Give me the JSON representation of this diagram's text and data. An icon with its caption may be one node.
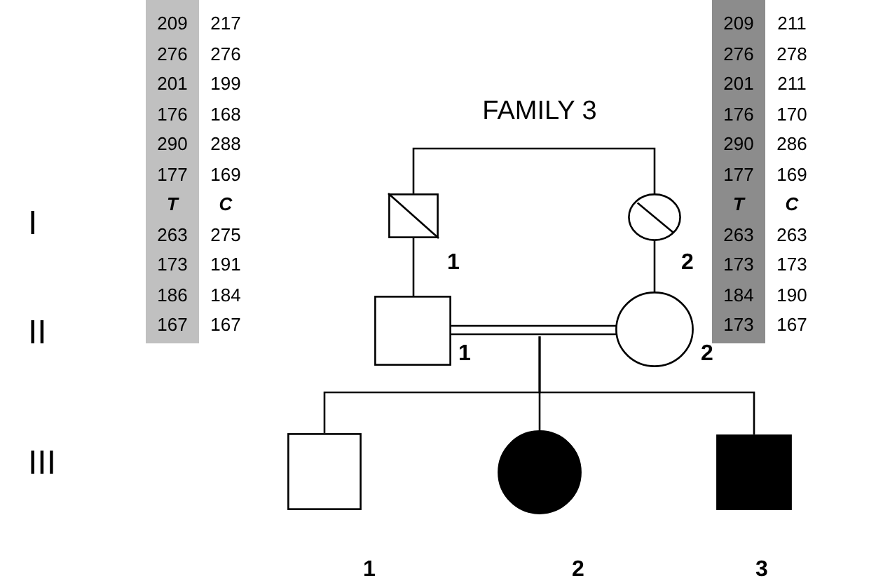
{
  "diagram": {
    "title": "FAMILY 3",
    "nodes": [
      {
        "text": [],
        "shape": "box",
        "beside": [
          "1"
        ]
      },
      {
        "text": [],
        "shape": "circle",
        "beside": [
          "2"
        ]
      },
      {
        "text": [],
        "shape": "box",
        "beside": [
          "1"
        ]
      },
      {
        "text": [],
        "shape": "circle",
        "beside": [
          "2"
        ]
      },
      {
        "text": [],
        "shape": "box",
        "beside": [
          "1"
        ]
      },
      {
        "text": [],
        "shape": "circle",
        "beside": [
          "2"
        ]
      },
      {
        "text": [],
        "shape": "box",
        "beside": [
          "3"
        ]
      }
    ],
    "edges": [
      {
        "from": 0,
        "to": 1,
        "arrow": "none"
      },
      {
        "from": 0,
        "to": 2,
        "arrow": "none"
      },
      {
        "from": 1,
        "to": 3,
        "arrow": "none"
      },
      {
        "from": 2,
        "to": 3,
        "arrow": "none"
      },
      {
        "from": null,
        "to": 4,
        "arrow": "none"
      },
      {
        "from": null,
        "to": 5,
        "arrow": "none"
      },
      {
        "from": null,
        "to": 6,
        "arrow": "none"
      }
    ],
    "labels": [
      "209",
      "217",
      "276",
      "276",
      "201",
      "199",
      "176",
      "168",
      "290",
      "288",
      "177",
      "169",
      "T",
      "C",
      "263",
      "275",
      "173",
      "191",
      "186",
      "184",
      "167",
      "167",
      "209",
      "211",
      "276",
      "278",
      "201",
      "211",
      "176",
      "170",
      "290",
      "286",
      "177",
      "169",
      "T",
      "C",
      "263",
      "263",
      "173",
      "173",
      "184",
      "190",
      "173",
      "167",
      "I",
      "II",
      "III"
    ]
  }
}
